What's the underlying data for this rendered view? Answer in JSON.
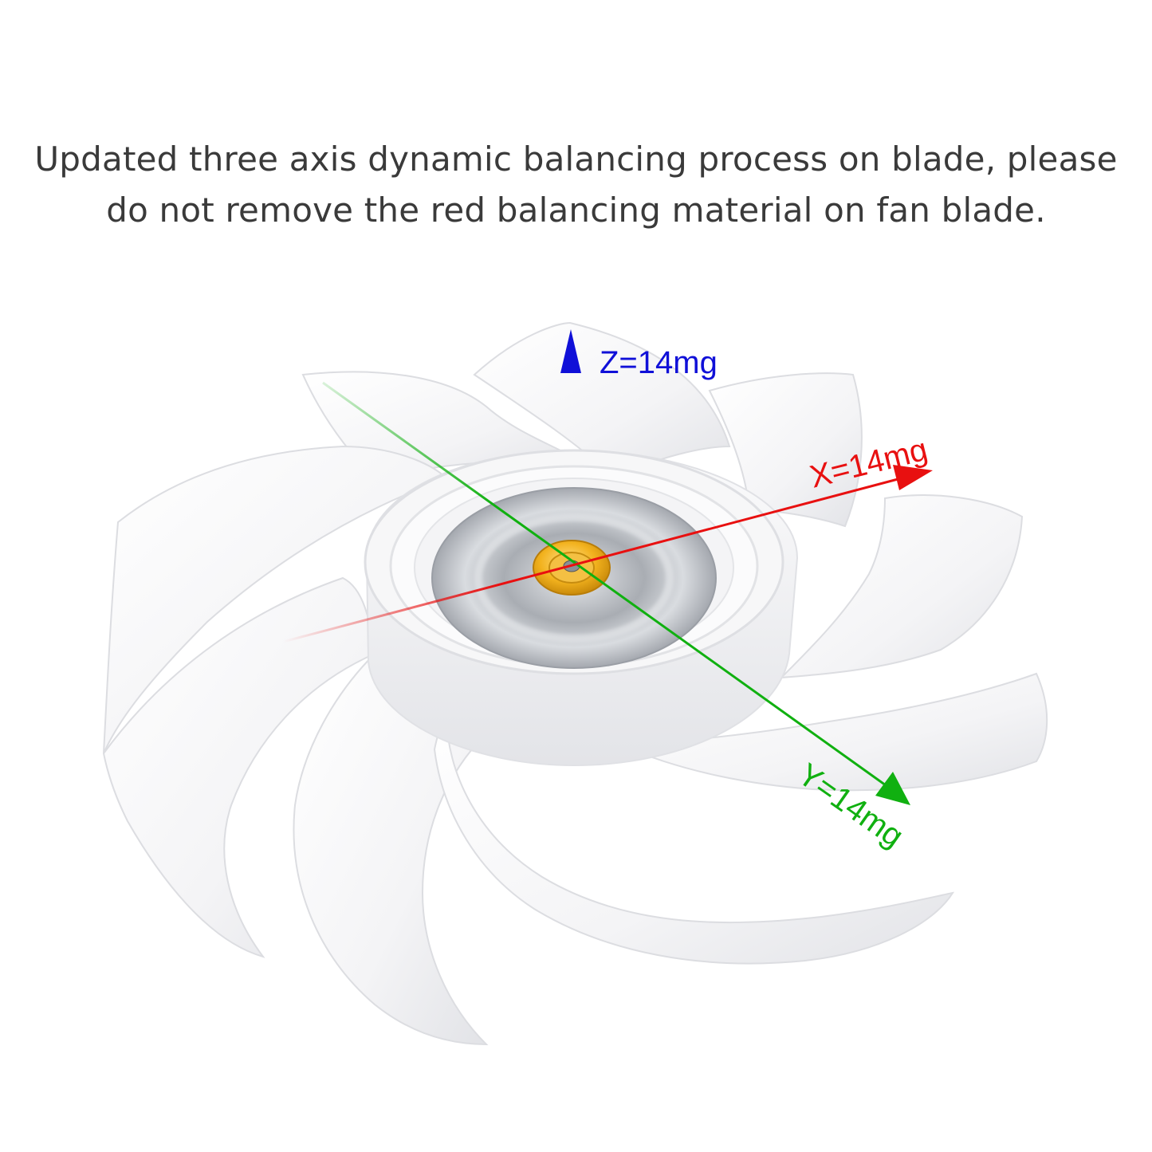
{
  "caption": {
    "line1": "Updated three axis dynamic balancing process on blade, please",
    "line2": "do not remove the red balancing material on fan blade."
  },
  "axes": {
    "z": {
      "label": "Z=14mg",
      "color": "#1010d8"
    },
    "x": {
      "label": "X=14mg",
      "color": "#e81010"
    },
    "y": {
      "label": "Y=14mg",
      "color": "#10b010"
    }
  },
  "colors": {
    "blade": "#ffffff",
    "hub_metal": "#b8bcc2",
    "center_cap": "#f2b21e"
  }
}
